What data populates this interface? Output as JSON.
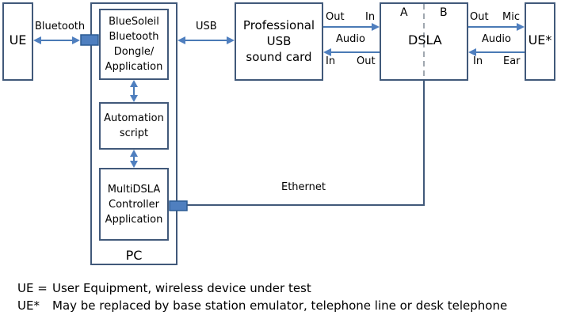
{
  "blocks": {
    "ue": "UE",
    "ue_star": "UE*",
    "bluesoleil": [
      "BlueSoleil",
      "Bluetooth",
      "Dongle/",
      "Application"
    ],
    "automation": [
      "Automation",
      "script"
    ],
    "multidsla": [
      "MultiDSLA",
      "Controller",
      "Application"
    ],
    "pc": "PC",
    "sound_card": [
      "Professional",
      "USB",
      "sound card"
    ],
    "dsla": "DSLA",
    "dsla_side_a": "A",
    "dsla_side_b": "B"
  },
  "connections": {
    "bluetooth": "Bluetooth",
    "usb": "USB",
    "ethernet": "Ethernet",
    "audio_card_dsla": {
      "label": "Audio",
      "top_left": "Out",
      "top_right": "In",
      "bottom_left": "In",
      "bottom_right": "Out"
    },
    "audio_dsla_ue": {
      "label": "Audio",
      "top_left": "Out",
      "top_right": "Mic",
      "bottom_left": "In",
      "bottom_right": "Ear"
    }
  },
  "legend": [
    {
      "key": "UE =",
      "text": "User Equipment, wireless device under test"
    },
    {
      "key": "UE*",
      "text": "May be replaced by base station emulator, telephone line or desk telephone"
    }
  ]
}
